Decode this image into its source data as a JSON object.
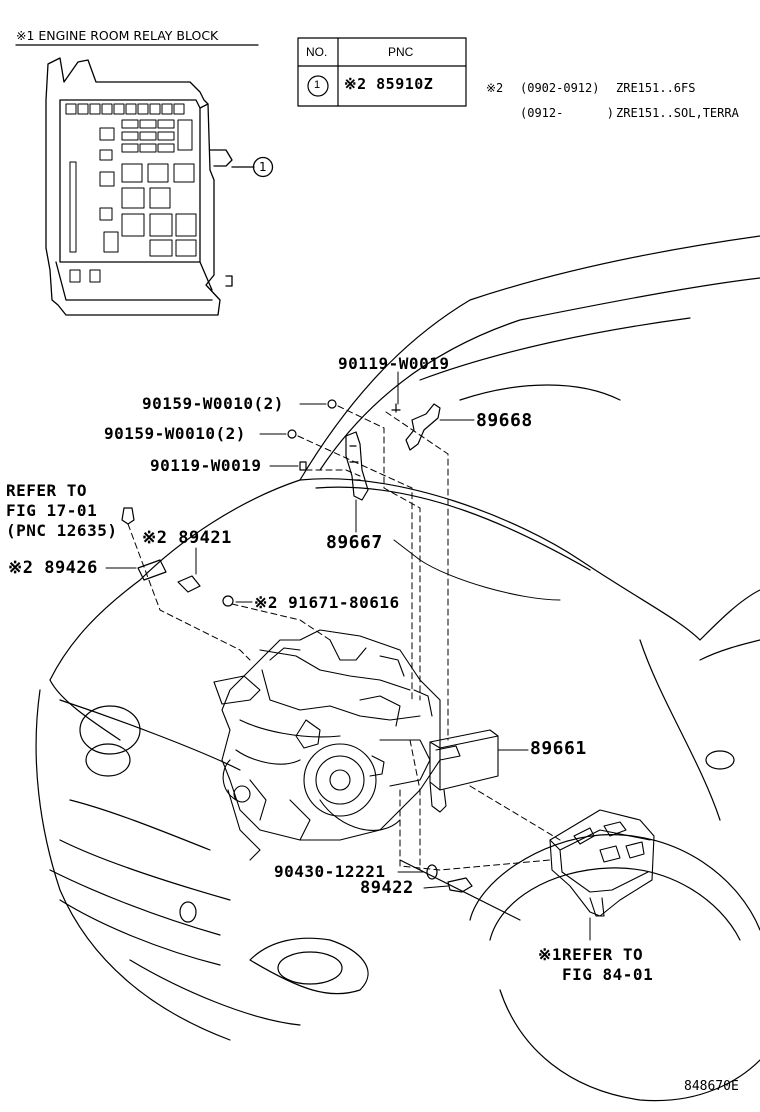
{
  "relay_block": {
    "title": "※1 ENGINE ROOM RELAY BLOCK",
    "callout": "1"
  },
  "pnc_table": {
    "col_no": "NO.",
    "col_pnc": "PNC",
    "row_no": "1",
    "row_pnc": "※2 85910Z"
  },
  "notes": {
    "line1_mark": "※2",
    "line1_range": "(0902-0912)",
    "line1_model": "ZRE151..6FS",
    "line2_range": "(0912-      )",
    "line2_model": "ZRE151..SOL,TERRA"
  },
  "parts": {
    "p90119a": "90119-W0019",
    "p90159a": "90159-W0010(2)",
    "p90159b": "90159-W0010(2)",
    "p90119b": "90119-W0019",
    "p89668": "89668",
    "p89667": "89667",
    "p89421": "※2 89421",
    "p89426": "※2 89426",
    "p91671": "※2 91671-80616",
    "p89661": "89661",
    "p90430": "90430-12221",
    "p89422": "89422"
  },
  "refs": {
    "fig17_l1": "REFER TO",
    "fig17_l2": "FIG 17-01",
    "fig17_l3": "(PNC 12635)",
    "fig84_l1": "※1REFER TO",
    "fig84_l2": "FIG 84-01"
  },
  "figure_id": "848670E"
}
